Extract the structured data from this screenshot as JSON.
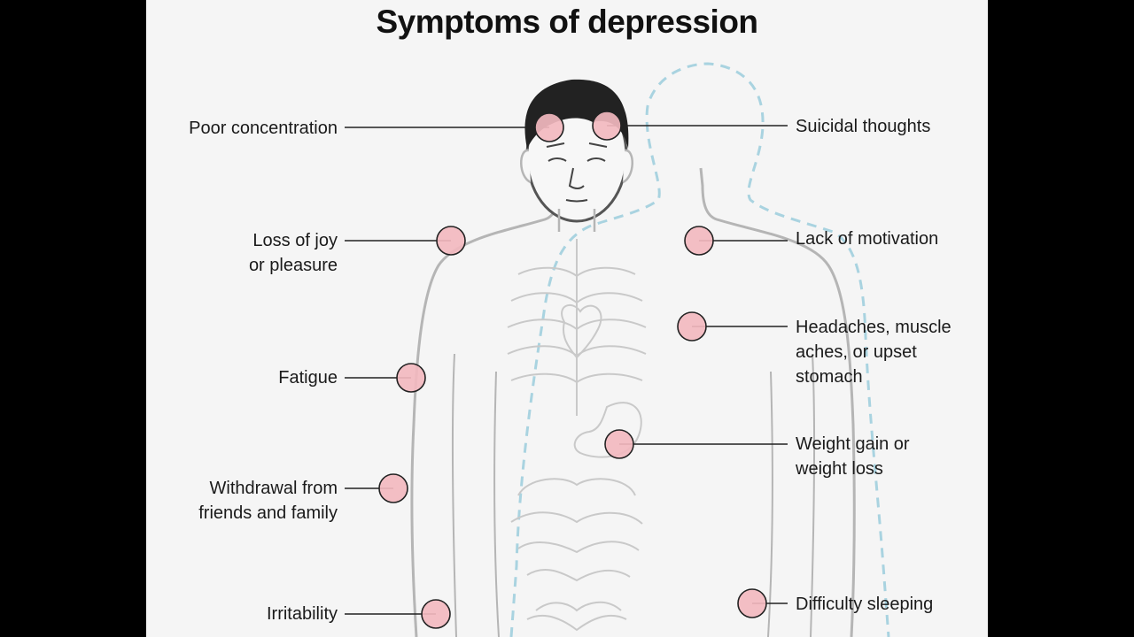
{
  "title": "Symptoms of depression",
  "colors": {
    "background": "#f5f5f5",
    "dot_fill": "#f2b8bf",
    "dot_stroke": "#222222",
    "leader": "#222222",
    "aura": "#a9d3e0",
    "hair": "#222222",
    "outline": "#b5b5b5"
  },
  "labels": [
    {
      "id": "poor-concentration",
      "text": "Poor concentration",
      "side": "left"
    },
    {
      "id": "suicidal-thoughts",
      "text": "Suicidal thoughts",
      "side": "right"
    },
    {
      "id": "loss-of-joy",
      "text": "Loss of joy\nor pleasure",
      "side": "left"
    },
    {
      "id": "lack-of-motivation",
      "text": "Lack of motivation",
      "side": "right"
    },
    {
      "id": "headaches",
      "text": "Headaches, muscle\naches, or upset\nstomach",
      "side": "right"
    },
    {
      "id": "fatigue",
      "text": "Fatigue",
      "side": "left"
    },
    {
      "id": "weight-change",
      "text": "Weight gain or\nweight loss",
      "side": "right"
    },
    {
      "id": "withdrawal",
      "text": "Withdrawal from\nfriends and family",
      "side": "left"
    },
    {
      "id": "irritability",
      "text": "Irritability",
      "side": "left"
    },
    {
      "id": "difficulty-sleeping",
      "text": "Difficulty sleeping",
      "side": "right"
    }
  ]
}
